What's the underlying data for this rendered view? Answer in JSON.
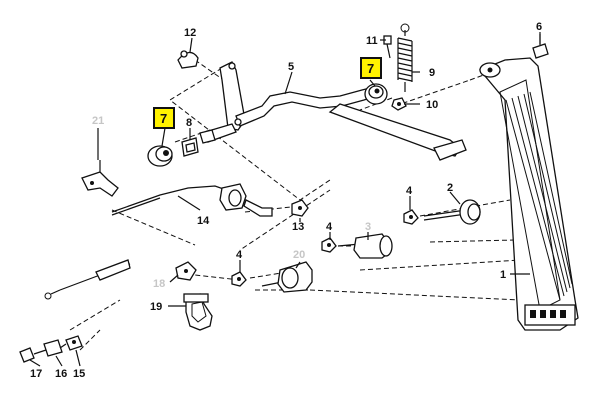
{
  "callouts": [
    {
      "id": "c1",
      "text": "1"
    },
    {
      "id": "c2",
      "text": "2"
    },
    {
      "id": "c3",
      "text": "3"
    },
    {
      "id": "c4a",
      "text": "4"
    },
    {
      "id": "c4b",
      "text": "4"
    },
    {
      "id": "c4c",
      "text": "4"
    },
    {
      "id": "c5",
      "text": "5"
    },
    {
      "id": "c6",
      "text": "6"
    },
    {
      "id": "c7a",
      "text": "7"
    },
    {
      "id": "c7b",
      "text": "7"
    },
    {
      "id": "c8",
      "text": "8"
    },
    {
      "id": "c9",
      "text": "9"
    },
    {
      "id": "c10",
      "text": "10"
    },
    {
      "id": "c11",
      "text": "11"
    },
    {
      "id": "c12",
      "text": "12"
    },
    {
      "id": "c13",
      "text": "13"
    },
    {
      "id": "c14",
      "text": "14"
    },
    {
      "id": "c15",
      "text": "15"
    },
    {
      "id": "c16",
      "text": "16"
    },
    {
      "id": "c17",
      "text": "17"
    },
    {
      "id": "c18",
      "text": "18"
    },
    {
      "id": "c19",
      "text": "19"
    },
    {
      "id": "c20",
      "text": "20"
    },
    {
      "id": "c21",
      "text": "21"
    }
  ],
  "colors": {
    "highlight": "#fff200",
    "line": "#111111",
    "faded_label": "#c6c6c6"
  }
}
